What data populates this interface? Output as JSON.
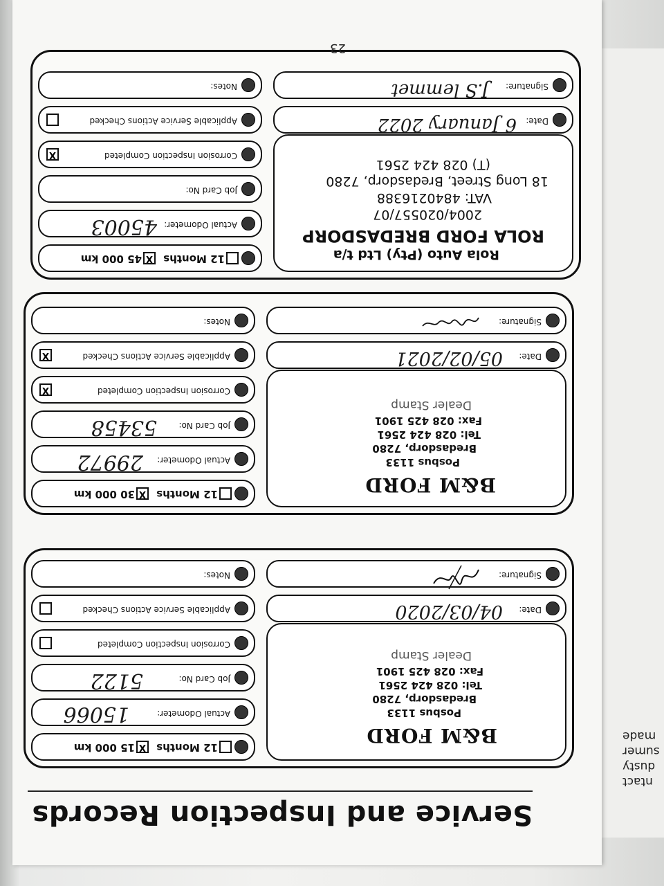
{
  "page": {
    "title": "Service and Inspection Records",
    "page_number": "23",
    "edge_text": [
      "ntact",
      "dusty",
      "sumer",
      "made"
    ]
  },
  "labels": {
    "months": "12 Months",
    "odometer": "Actual Odometer:",
    "jobcard": "Job Card No:",
    "corrosion": "Corrosion Inspection Completed",
    "applicable": "Applicable Service Actions Checked",
    "date": "Date:",
    "notes": "Notes:",
    "signature": "Signature:",
    "dealer_stamp": "Dealer Stamp"
  },
  "records": [
    {
      "km": "15 000 km",
      "months_checked": "",
      "km_checked": "X",
      "odometer": "15066",
      "jobcard": "5122",
      "corrosion_checked": "",
      "applicable_checked": "",
      "date": "04/03/2020",
      "notes": "",
      "stamp": {
        "name": "B&M FORD",
        "lines": [
          "Posbus 1133",
          "Bredasdorp, 7280",
          "Tel: 028 424 2561",
          "Fax: 028 425 1901"
        ]
      }
    },
    {
      "km": "30 000 km",
      "months_checked": "",
      "km_checked": "X",
      "odometer": "29972",
      "jobcard": "53458",
      "corrosion_checked": "X",
      "applicable_checked": "X",
      "date": "05/02/2021",
      "notes": "",
      "stamp": {
        "name": "B&M FORD",
        "lines": [
          "Posbus 1133",
          "Bredasdorp, 7280",
          "Tel: 028 424 2561",
          "Fax: 028 425 1901"
        ]
      }
    },
    {
      "km": "45 000 km",
      "months_checked": "",
      "km_checked": "X",
      "odometer": "45003",
      "jobcard": "",
      "corrosion_checked": "X",
      "applicable_checked": "",
      "date": "6 January 2022",
      "notes": "",
      "signature_text": "J.S lemmet",
      "stamp": {
        "name": "Rola Auto (Pty) Ltd t/a",
        "name2": "ROLA FORD BREDASDORP",
        "lines": [
          "2004/020557/07",
          "VAT: 4840216388",
          "18 Long Street, Bredasdorp, 7280",
          "(T) 028 424 2561"
        ]
      }
    }
  ]
}
